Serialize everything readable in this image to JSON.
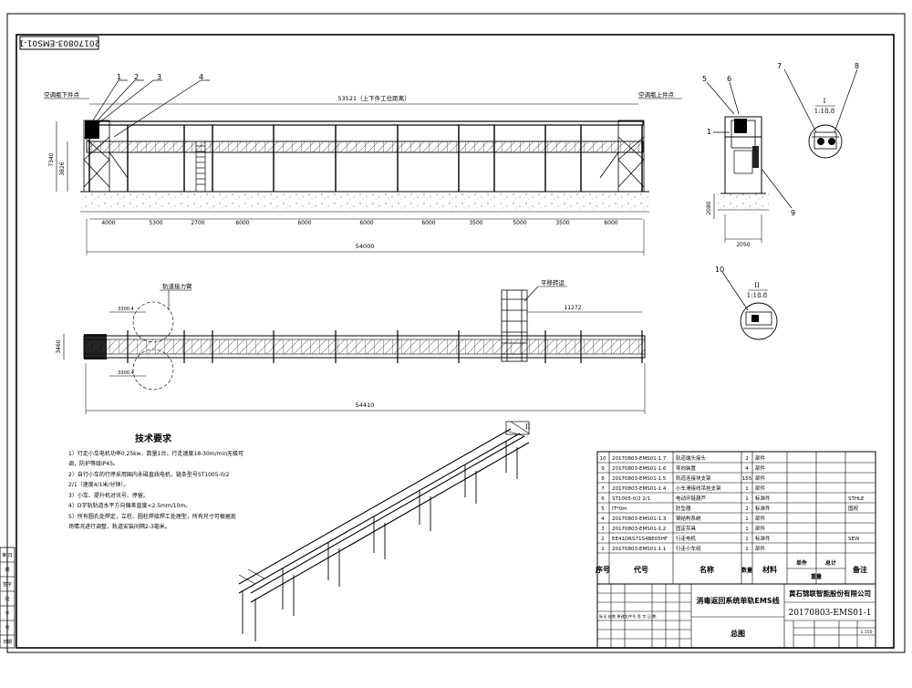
{
  "drawing": {
    "code_stamp": "20170803-EMS01-1",
    "top_view": {
      "left_point": "空调瓶下件点",
      "right_point": "空调瓶上件点",
      "span_label": "53521（上下件工位距离）",
      "height_total": "7340",
      "height_inner": "3826",
      "segments": [
        "4000",
        "5300",
        "2700",
        "6000",
        "6000",
        "6000",
        "6000",
        "3500",
        "5000",
        "3500",
        "6000"
      ],
      "total_length": "54000",
      "callouts": [
        "1",
        "2",
        "3",
        "4"
      ]
    },
    "side_view": {
      "callouts": [
        "5",
        "6",
        "1",
        "9"
      ],
      "base_height": "2080",
      "width": "2050"
    },
    "detail_I": {
      "callout_7": "7",
      "callout_8": "8",
      "label": "I",
      "scale": "1:18.8"
    },
    "detail_II": {
      "callout": "10",
      "label": "II",
      "scale": "1:18.8"
    },
    "plan_view": {
      "label_left": "轨道接力臂",
      "label_right": "平移转运",
      "width": "3460",
      "dim_right": "11272",
      "total_length": "54410",
      "small_dims": [
        "3300.4",
        "3300.4"
      ]
    },
    "iso_view": {
      "label": "II"
    },
    "tech": {
      "title": "技术要求",
      "lines": [
        "1）行走小车电机功率0.25kw，数量1台，行走速度18-30m/min无极可",
        "调，防护等级IP45。",
        "2）自行小车的行停采用国内永磁直线电机，链条型号ST1005-0/2",
        "2/1（速度4/1米/分钟）。",
        "3）小车、提升机对讯号、停留。",
        "4）D字轨轨道水平方向偏差直度<2.5mm/10m。",
        "5）所有圆孔处焊定，立柱、圆柱焊接焊工处理型，所有尺寸可根据现",
        "场情况进行调整，轨道安装间隔2-3毫米。"
      ]
    },
    "bom": {
      "rows": [
        {
          "no": "10",
          "code": "20170803-EMS01-1.7",
          "name": "轨道端头接头",
          "qty": "2",
          "mat": "部件",
          "note": ""
        },
        {
          "no": "9",
          "code": "20170803-EMS01-1.6",
          "name": "导向装置",
          "qty": "4",
          "mat": "部件",
          "note": ""
        },
        {
          "no": "8",
          "code": "20170803-EMS01-1.5",
          "name": "轨道连接块支架",
          "qty": "155",
          "mat": "部件",
          "note": ""
        },
        {
          "no": "7",
          "code": "20170803-EMS01-1.4",
          "name": "小车滑接线吊挂支架",
          "qty": "1",
          "mat": "部件",
          "note": ""
        },
        {
          "no": "6",
          "code": "ST1005-0/2 2/1",
          "name": "电动环链葫芦",
          "qty": "1",
          "mat": "标准件",
          "note": "STHLE"
        },
        {
          "no": "5",
          "code": "IT*0m",
          "name": "防坠器",
          "qty": "2",
          "mat": "标准件",
          "note": "国祝"
        },
        {
          "no": "4",
          "code": "20170803-EMS01-1.3",
          "name": "钢结构系统",
          "qty": "1",
          "mat": "部件",
          "note": ""
        },
        {
          "no": "3",
          "code": "20170803-EMS01-1.2",
          "name": "固定吊具",
          "qty": "1",
          "mat": "部件",
          "note": ""
        },
        {
          "no": "2",
          "code": "EE41DRS71S4BE05HF",
          "name": "行走电机",
          "qty": "1",
          "mat": "标准件",
          "note": "SEW"
        },
        {
          "no": "1",
          "code": "20170803-EMS01-1.1",
          "name": "行走小车组",
          "qty": "1",
          "mat": "部件",
          "note": ""
        }
      ],
      "headers": {
        "no": "序号",
        "code": "代号",
        "name": "名称",
        "qty": "数量",
        "mat": "材料",
        "unit": "单件",
        "total": "总计",
        "weight": "重量",
        "note": "备注"
      }
    },
    "title_block": {
      "title": "消毒返回系统单轨EMS线",
      "company": "黄石锦联智能股份有限公司",
      "drawing_no": "20170803-EMS01-1",
      "drawing_name": "总图",
      "scale": "1:150",
      "rev_cols": "标记 处数 更改文件号 签 字 日 期"
    },
    "left_strip": [
      "审 日",
      "期",
      "签字",
      "批",
      "字",
      "号",
      "日期"
    ]
  }
}
